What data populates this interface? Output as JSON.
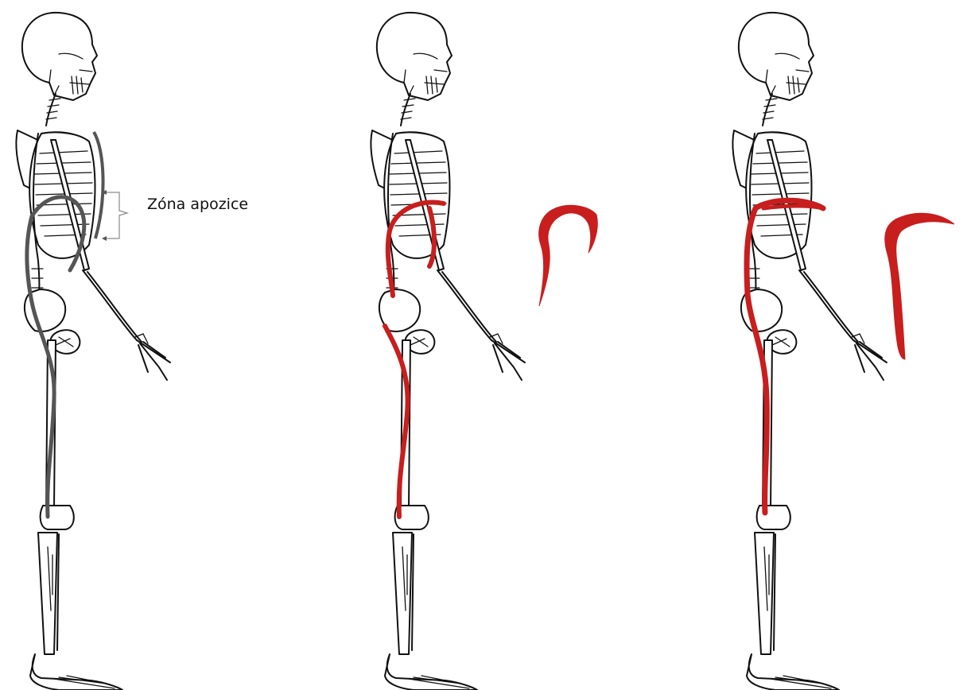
{
  "figure": {
    "annotation_label": "Zóna apozice",
    "panels": [
      {
        "name": "skeleton-left",
        "muscle_color": "#555555",
        "has_loose_muscle": false
      },
      {
        "name": "skeleton-middle",
        "muscle_color": "#c81e1e",
        "has_loose_muscle": true
      },
      {
        "name": "skeleton-right",
        "muscle_color": "#c81e1e",
        "has_loose_muscle": true
      }
    ]
  }
}
